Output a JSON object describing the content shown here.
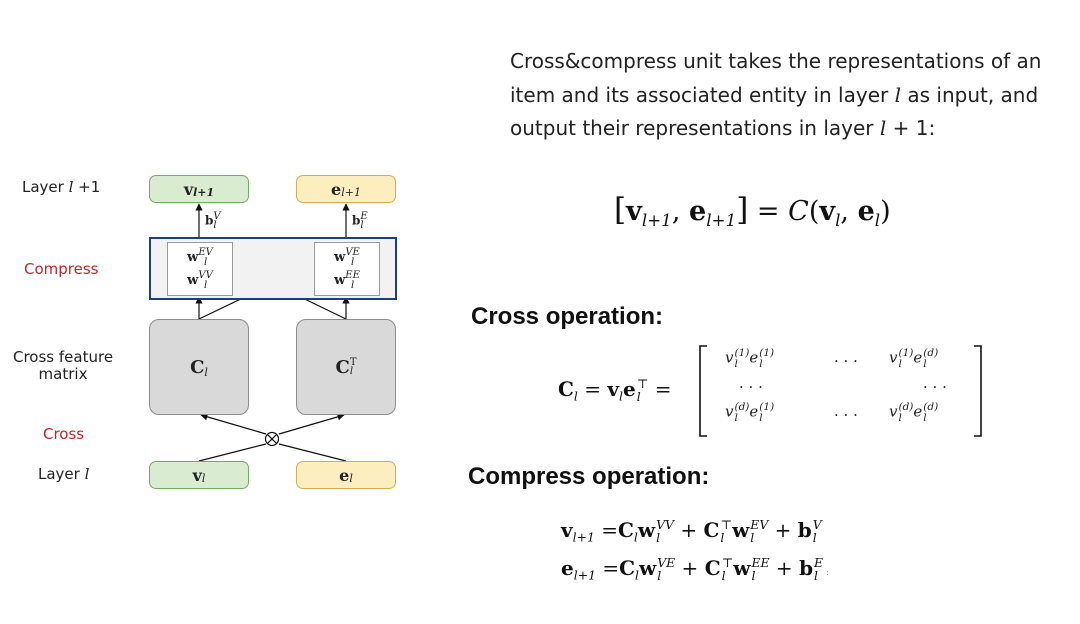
{
  "diagram": {
    "labels": {
      "layer_next_prefix": "Layer ",
      "layer_var": "l",
      "layer_next_suffix": " +1",
      "compress": "Compress",
      "cross_feature_matrix_line1": "Cross feature",
      "cross_feature_matrix_line2": "matrix",
      "cross": "Cross",
      "layer_prefix": "Layer ",
      "layer_var2": "l"
    },
    "top_nodes": {
      "v_next": "v",
      "v_next_sub": "l+1",
      "e_next": "e",
      "e_next_sub": "l+1"
    },
    "bias": {
      "bv": "b",
      "bv_sub": "l",
      "bv_sup": "V",
      "be": "b",
      "be_sub": "l",
      "be_sup": "E"
    },
    "weights_left": [
      {
        "w": "w",
        "sub": "l",
        "sup": "EV"
      },
      {
        "w": "w",
        "sub": "l",
        "sup": "VV"
      }
    ],
    "weights_right": [
      {
        "w": "w",
        "sub": "l",
        "sup": "VE"
      },
      {
        "w": "w",
        "sub": "l",
        "sup": "EE"
      }
    ],
    "matrices": {
      "c": "C",
      "c_sub": "l",
      "ct": "C",
      "ct_sub": "l",
      "ct_sup": "T"
    },
    "bottom_nodes": {
      "v": "v",
      "v_sub": "l",
      "e": "e",
      "e_sub": "l"
    },
    "colors": {
      "green_fill": "#d9ecd0",
      "yellow_fill": "#fdeec0",
      "compress_frame": "#1f3f7a",
      "red_label": "#c0262b"
    },
    "cross_symbol": "⊗"
  },
  "text": {
    "intro_a": "Cross&compress unit takes the representations of an item and its associated entity in layer ",
    "intro_l1": "l",
    "intro_b": " as input, and output their representations in layer ",
    "intro_l2": "l",
    "intro_c": " + 1:",
    "cross_heading": "Cross operation:",
    "compress_heading": "Compress operation:"
  },
  "equations": {
    "main": {
      "lb": "[",
      "v": "v",
      "v_sub": "l+1",
      "comma": ", ",
      "e": "e",
      "e_sub": "l+1",
      "rb": "]",
      "eq": " = ",
      "cal": "C",
      "lp": "(",
      "v2": "v",
      "v2_sub": "l",
      "comma2": ", ",
      "e2": "e",
      "e2_sub": "l",
      "rp": ")"
    },
    "cross": {
      "C": "C",
      "C_sub": "l",
      "eq": " = ",
      "v": "v",
      "v_sub": "l",
      "e": "e",
      "e_sub": "l",
      "e_sup": "⊤",
      "eq2": " =",
      "cells": {
        "r1c1_v_sup": "(1)",
        "r1c1_e_sup": "(1)",
        "r1c2": "· · ·",
        "r1c3_v_sup": "(1)",
        "r1c3_e_sup": "(d)",
        "r2c1": "· · ·",
        "r2c3": "· · ·",
        "r3c1_v_sup": "(d)",
        "r3c1_e_sup": "(1)",
        "r3c2": "· · ·",
        "r3c3_v_sup": "(d)",
        "r3c3_e_sup": "(d)",
        "v": "v",
        "e": "e",
        "sub": "l"
      }
    },
    "compress": {
      "l1": {
        "lhs": "v",
        "lhs_sub": "l+1",
        "eq": " =",
        "C": "C",
        "C_sub": "l",
        "w1": "w",
        "w1_sub": "l",
        "w1_sup": "VV",
        "plus": " + ",
        "C2": "C",
        "C2_sub": "l",
        "C2_sup": "⊤",
        "w2": "w",
        "w2_sub": "l",
        "w2_sup": "EV",
        "plus2": " + ",
        "b": "b",
        "b_sub": "l",
        "b_sup": "V"
      },
      "l2": {
        "lhs": "e",
        "lhs_sub": "l+1",
        "eq": " =",
        "C": "C",
        "C_sub": "l",
        "w1": "w",
        "w1_sub": "l",
        "w1_sup": "VE",
        "plus": " + ",
        "C2": "C",
        "C2_sub": "l",
        "C2_sup": "⊤",
        "w2": "w",
        "w2_sub": "l",
        "w2_sup": "EE",
        "plus2": " + ",
        "b": "b",
        "b_sub": "l",
        "b_sup": "E",
        "trail": " :"
      }
    }
  }
}
